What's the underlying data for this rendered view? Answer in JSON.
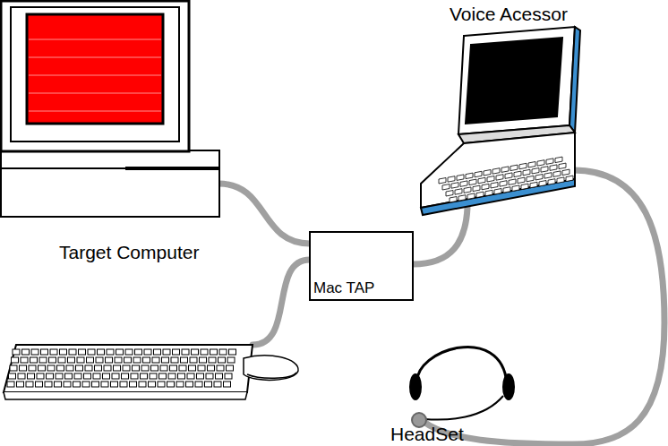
{
  "diagram": {
    "nodes": [
      {
        "text": [
          "Mac TAP"
        ]
      }
    ],
    "labels": [
      "Voice Acessor",
      "Target Computer",
      "HeadSet"
    ]
  }
}
